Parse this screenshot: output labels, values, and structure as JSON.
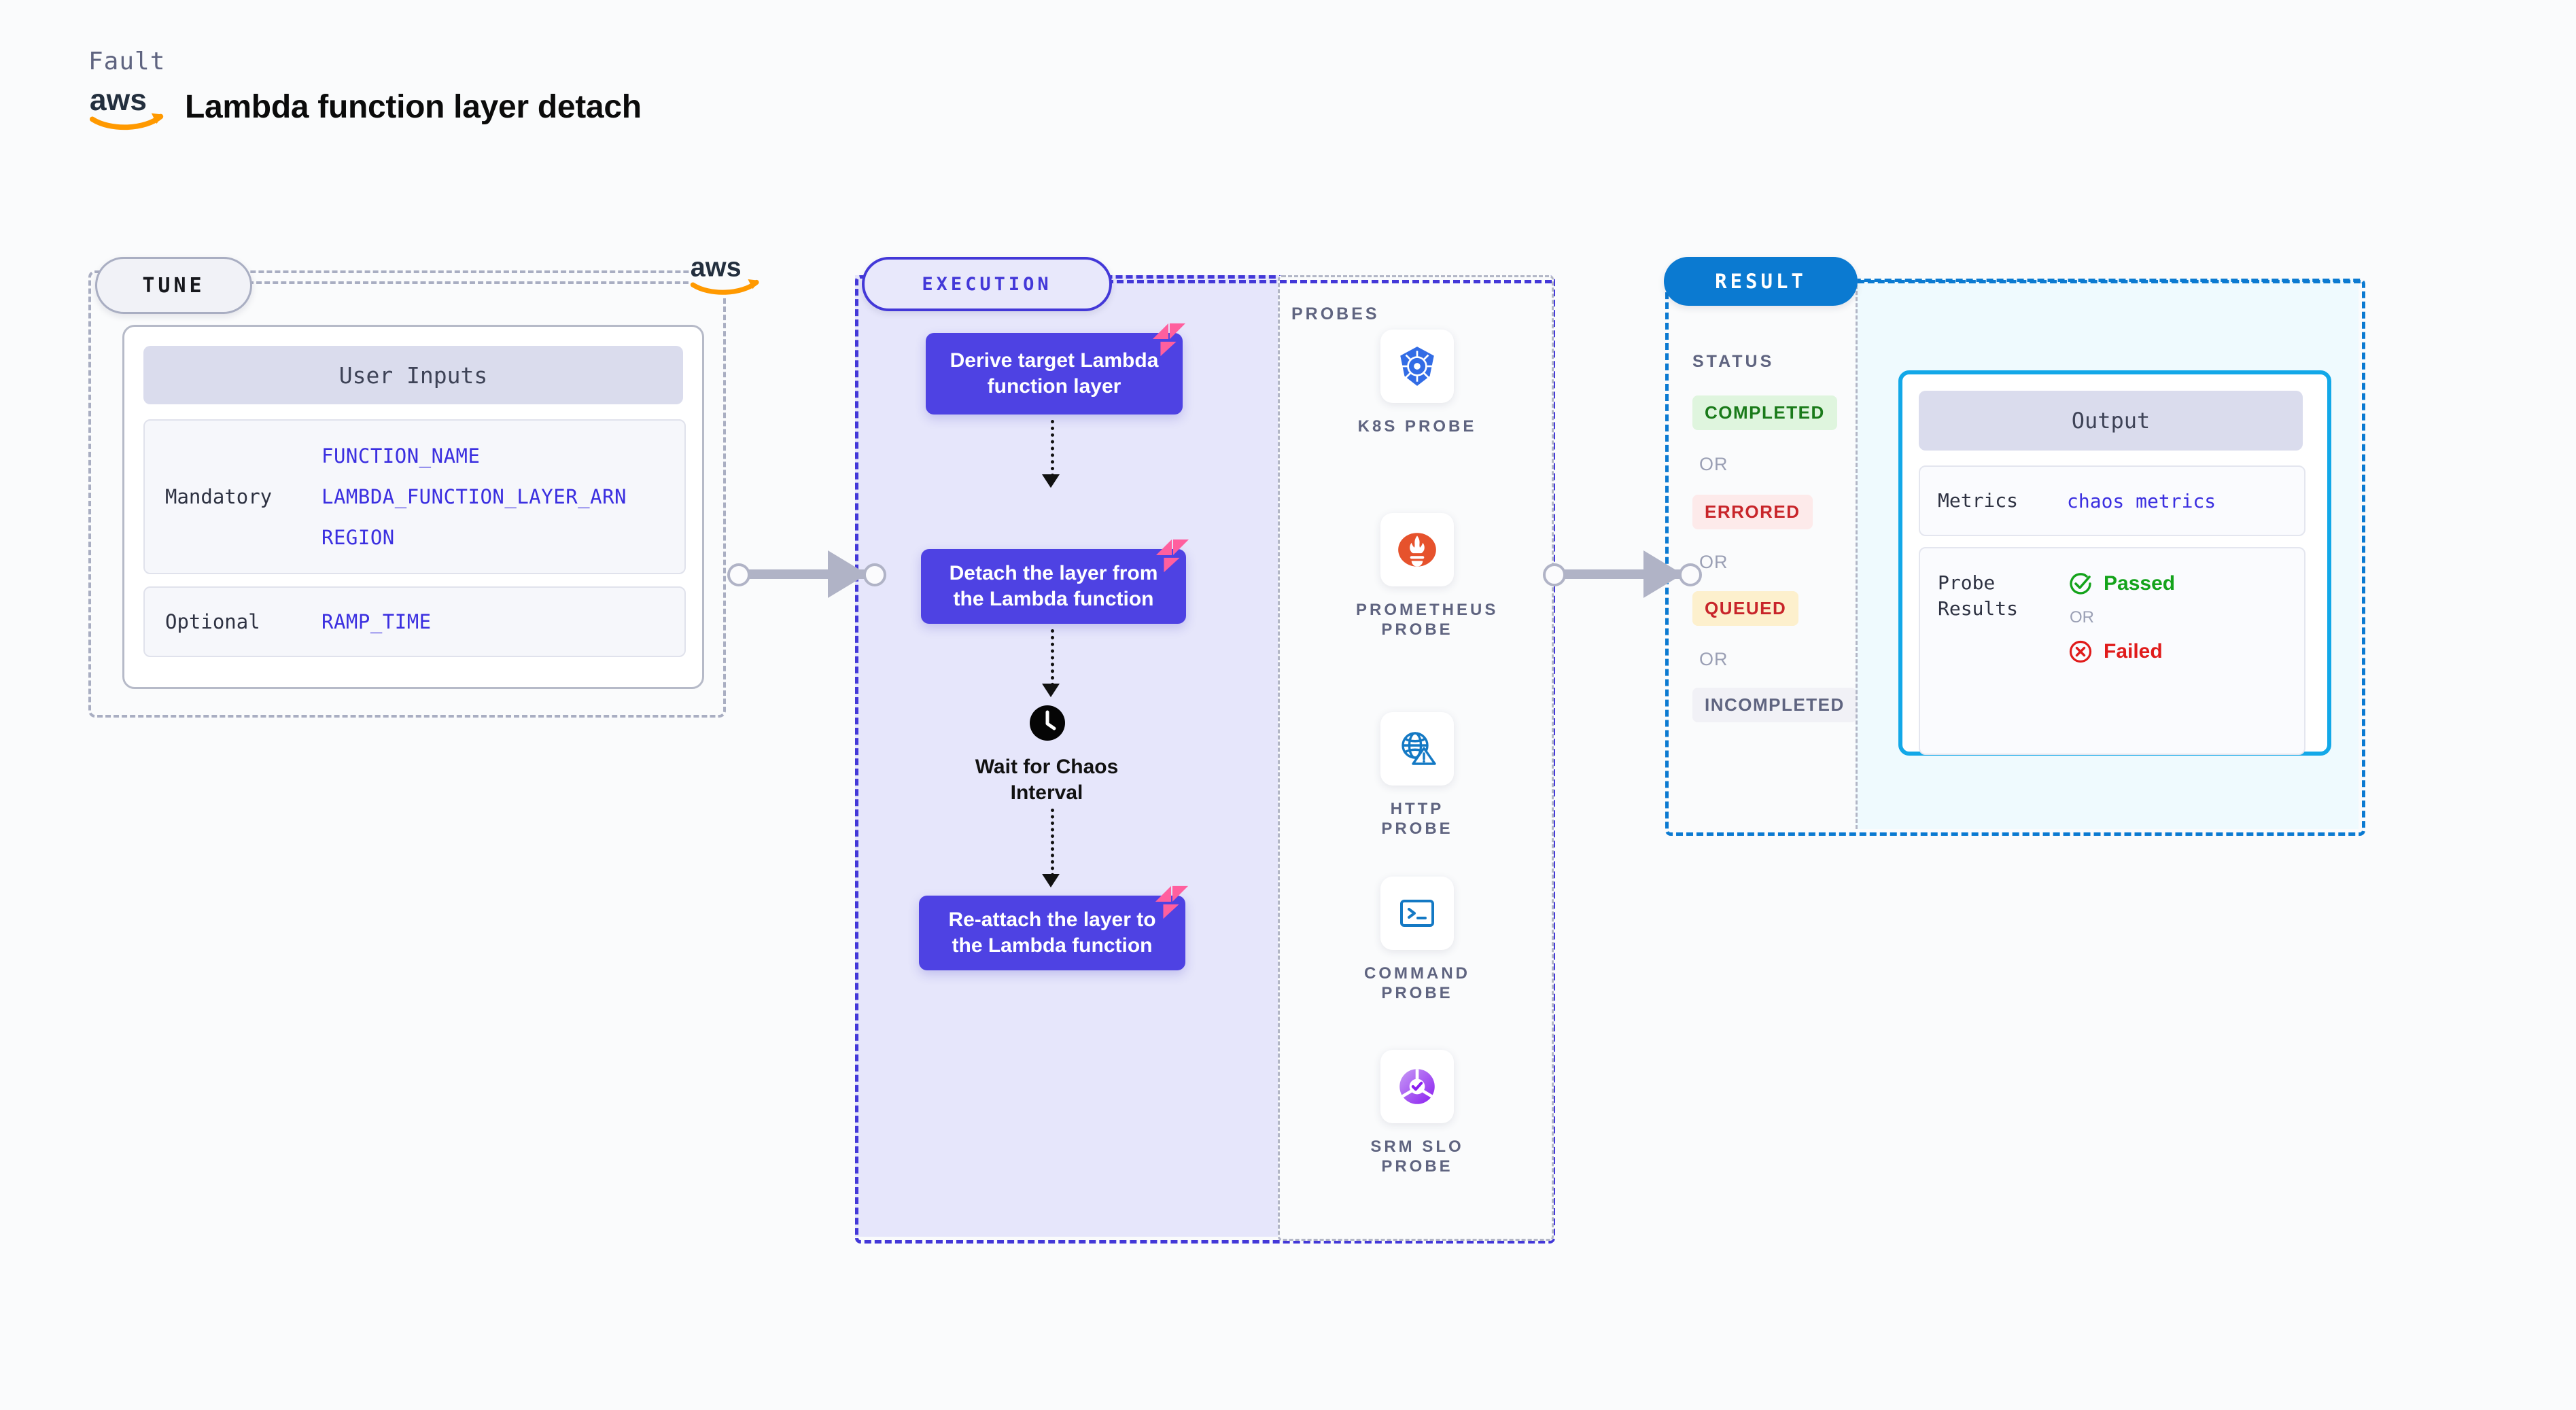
{
  "header": {
    "kicker": "Fault",
    "title": "Lambda function layer detach",
    "logo_icon": "aws-logo"
  },
  "tune": {
    "pill_label": "TUNE",
    "provider_logo_icon": "aws-logo",
    "card": {
      "title": "User Inputs",
      "groups": [
        {
          "label": "Mandatory",
          "values": [
            "FUNCTION_NAME",
            "LAMBDA_FUNCTION_LAYER_ARN",
            "REGION"
          ]
        },
        {
          "label": "Optional",
          "values": [
            "RAMP_TIME"
          ]
        }
      ]
    }
  },
  "execution": {
    "pill_label": "EXECUTION",
    "steps": [
      {
        "label": "Derive target Lambda function layer",
        "badge_icon": "harness-logo"
      },
      {
        "label": "Detach the layer from the Lambda function",
        "badge_icon": "harness-logo"
      }
    ],
    "wait": {
      "icon": "clock-icon",
      "label": "Wait for Chaos Interval"
    },
    "final_step": {
      "label": "Re-attach the layer to the Lambda function",
      "badge_icon": "harness-logo"
    },
    "probes": {
      "title": "PROBES",
      "items": [
        {
          "name": "K8S PROBE",
          "icon": "kubernetes-icon"
        },
        {
          "name": "PROMETHEUS PROBE",
          "icon": "prometheus-icon"
        },
        {
          "name": "HTTP PROBE",
          "icon": "http-globe-warning-icon"
        },
        {
          "name": "COMMAND PROBE",
          "icon": "terminal-icon"
        },
        {
          "name": "SRM SLO PROBE",
          "icon": "srm-slo-icon"
        }
      ]
    }
  },
  "result": {
    "pill_label": "RESULT",
    "status_title": "STATUS",
    "or_label": "OR",
    "statuses": [
      {
        "label": "COMPLETED",
        "color": "#1a7a1a",
        "bg": "#dff5de"
      },
      {
        "label": "ERRORED",
        "color": "#c8252a",
        "bg": "#fdeaea"
      },
      {
        "label": "QUEUED",
        "color": "#c8252a",
        "bg": "#fdf0cd"
      },
      {
        "label": "INCOMPLETED",
        "color": "#5f6480",
        "bg": "#f1f1f6"
      }
    ],
    "output": {
      "title": "Output",
      "metrics_key": "Metrics",
      "metrics_value": "chaos metrics",
      "probe_results_key": "Probe Results",
      "passed_label": "Passed",
      "passed_icon": "check-circle-icon",
      "failed_label": "Failed",
      "failed_icon": "x-circle-icon",
      "or_label": "OR",
      "passed_color": "#14a31b",
      "failed_color": "#e01b1b"
    }
  },
  "connectors": [
    {
      "name": "tune-to-execution"
    },
    {
      "name": "execution-to-result"
    }
  ]
}
